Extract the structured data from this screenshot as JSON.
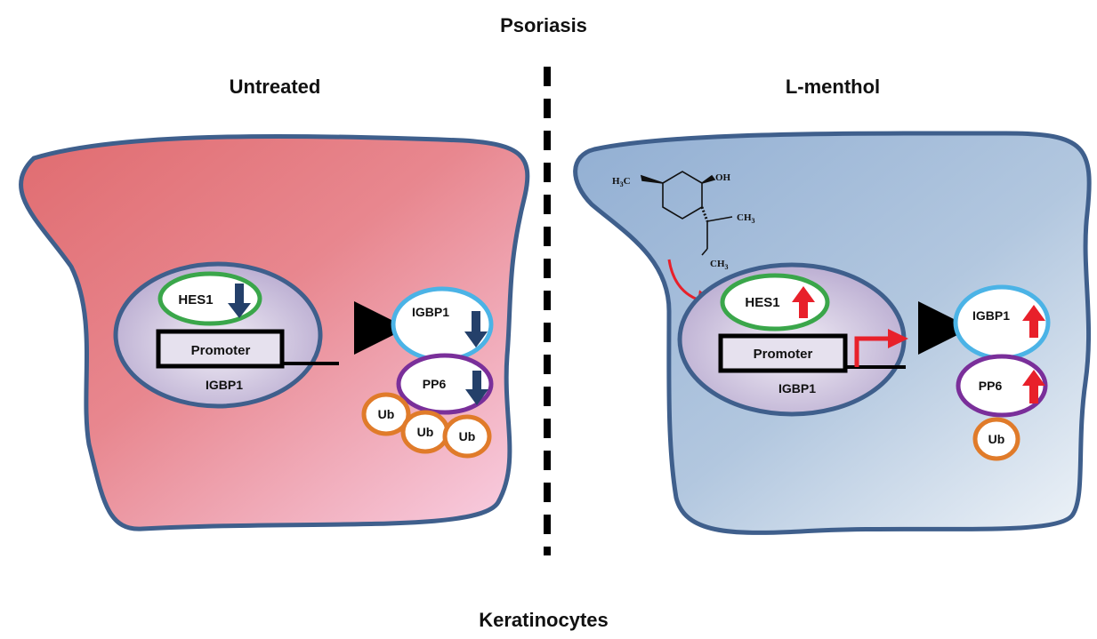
{
  "title": "Psoriasis",
  "footer": "Keratinocytes",
  "colors": {
    "untreated_cell_top": "#e57373",
    "untreated_cell_bottom": "#f8c8dc",
    "menthol_cell_top": "#9db7d6",
    "menthol_cell_bottom": "#e4ecf4",
    "cell_border": "#3f5f8c",
    "nucleus_fill": "#c9bfdc",
    "hes1_ring": "#3aa64a",
    "igbp1_ring": "#4bb3e6",
    "pp6_ring": "#7a2f9a",
    "ub_ring": "#e07b2a",
    "down_arrow": "#24406a",
    "up_arrow": "#e8202a"
  },
  "panels": {
    "untreated": {
      "label": "Untreated",
      "hes1": "HES1",
      "promoter": "Promoter",
      "gene": "IGBP1",
      "igbp1": "IGBP1",
      "pp6": "PP6",
      "ub": [
        "Ub",
        "Ub",
        "Ub"
      ],
      "regulation": "down"
    },
    "menthol": {
      "label": "L-menthol",
      "hes1": "HES1",
      "promoter": "Promoter",
      "gene": "IGBP1",
      "igbp1": "IGBP1",
      "pp6": "PP6",
      "ub": [
        "Ub"
      ],
      "regulation": "up",
      "molecule": {
        "h3c": "H",
        "h3c_sub": "3",
        "h3c_c": "C",
        "oh": "OH",
        "ch3_a": "CH",
        "ch3_a_sub": "3",
        "ch3_b": "CH",
        "ch3_b_sub": "3"
      }
    }
  }
}
